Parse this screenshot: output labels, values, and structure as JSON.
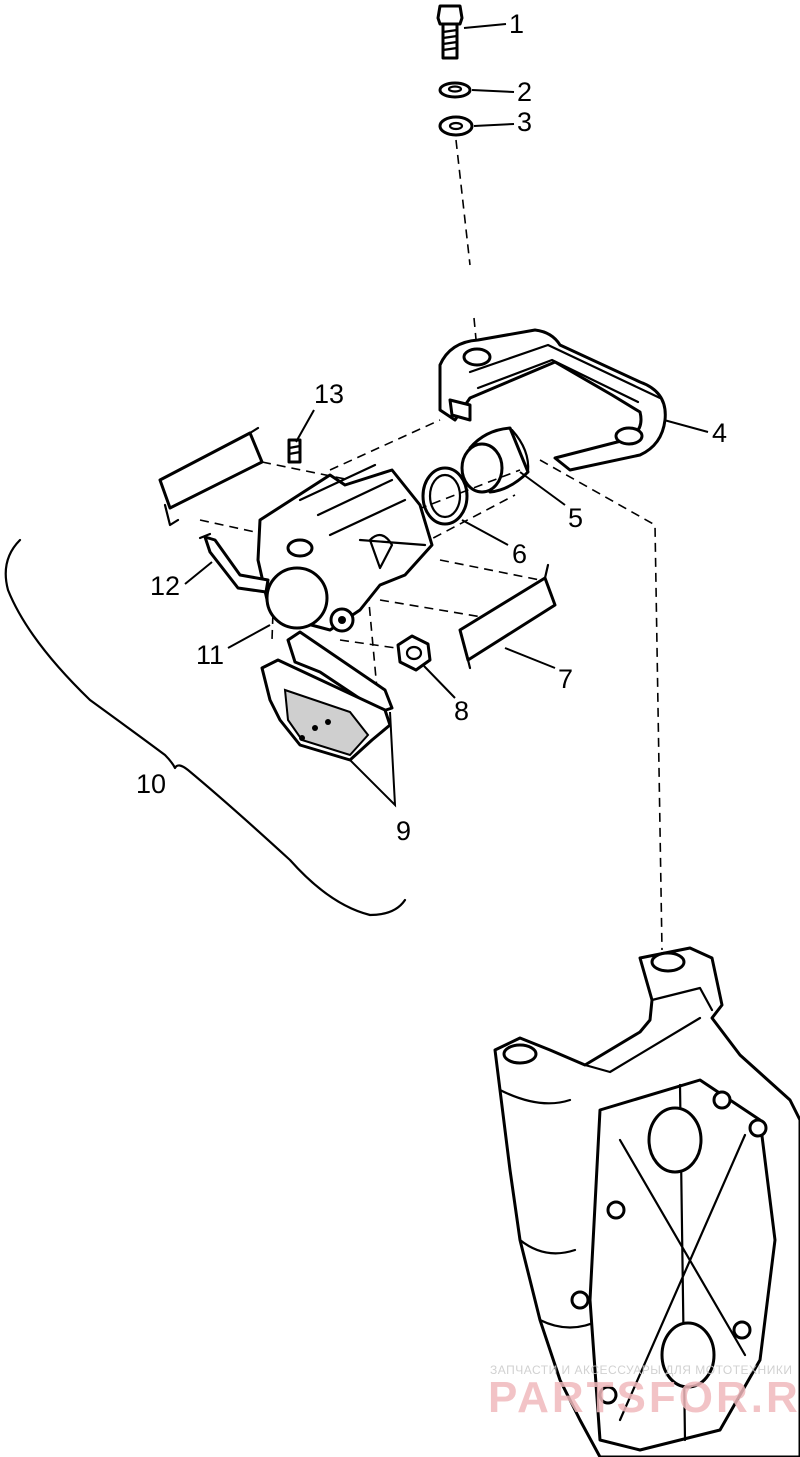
{
  "diagram": {
    "callouts": [
      {
        "id": "1",
        "text": "1"
      },
      {
        "id": "2",
        "text": "2"
      },
      {
        "id": "3",
        "text": "3"
      },
      {
        "id": "4",
        "text": "4"
      },
      {
        "id": "5",
        "text": "5"
      },
      {
        "id": "6",
        "text": "6"
      },
      {
        "id": "7",
        "text": "7"
      },
      {
        "id": "8",
        "text": "8"
      },
      {
        "id": "9",
        "text": "9"
      },
      {
        "id": "10",
        "text": "10"
      },
      {
        "id": "11",
        "text": "11"
      },
      {
        "id": "12",
        "text": "12"
      },
      {
        "id": "13",
        "text": "13"
      }
    ]
  },
  "watermark": {
    "tagline": "ЗАПЧАСТИ И АКСЕССУАРЫ ДЛЯ МОТОТЕХНИКИ",
    "brand": "PARTSFOR.RU",
    "color": "#e8a0a6"
  }
}
